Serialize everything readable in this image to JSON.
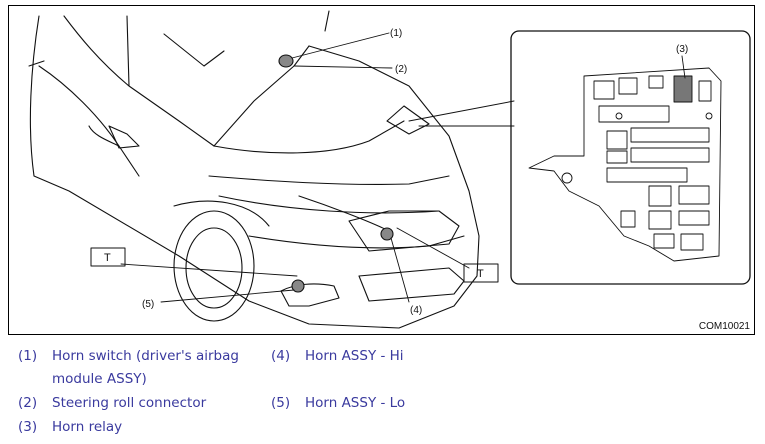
{
  "figure": {
    "code": "COM10021",
    "callouts": {
      "c1": "(1)",
      "c2": "(2)",
      "c3": "(3)",
      "c4": "(4)",
      "c5": "(5)"
    },
    "tightening_marks": {
      "t1": "T",
      "t2": "T"
    }
  },
  "legend": {
    "items": [
      {
        "num": "(1)",
        "text": "Horn switch (driver's airbag module ASSY)"
      },
      {
        "num": "(2)",
        "text": "Steering roll connector"
      },
      {
        "num": "(3)",
        "text": "Horn relay"
      },
      {
        "num": "(4)",
        "text": "Horn ASSY - Hi"
      },
      {
        "num": "(5)",
        "text": "Horn ASSY - Lo"
      }
    ]
  }
}
